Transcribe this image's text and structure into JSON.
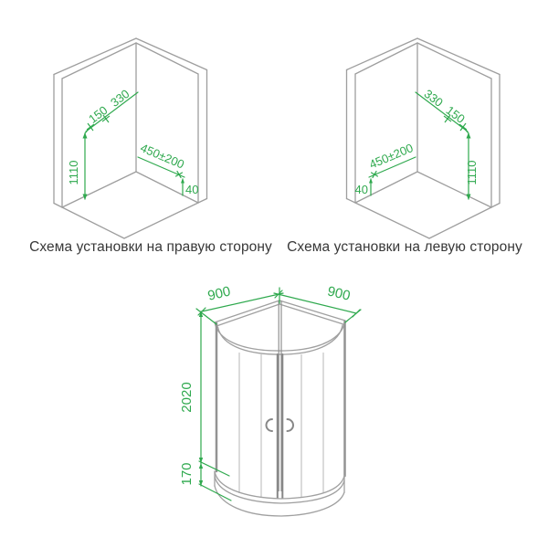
{
  "colors": {
    "dimension_green": "#2fa94e",
    "linework_gray": "#9e9e9e",
    "caption_text": "#383838",
    "background": "#ffffff"
  },
  "schemes": {
    "right": {
      "caption": "Схема установки на правую сторону",
      "dims": {
        "spacing_a": "150",
        "spacing_b": "330",
        "height": "1110",
        "bar_range": "450±200",
        "corner_offset": "40"
      }
    },
    "left": {
      "caption": "Схема установки на левую сторону",
      "dims": {
        "spacing_a": "330",
        "spacing_b": "150",
        "height": "1110",
        "bar_range": "450±200",
        "corner_offset": "40"
      }
    }
  },
  "cabin": {
    "dims": {
      "width_left": "900",
      "width_right": "900",
      "height": "2020",
      "tray_height": "170"
    }
  }
}
